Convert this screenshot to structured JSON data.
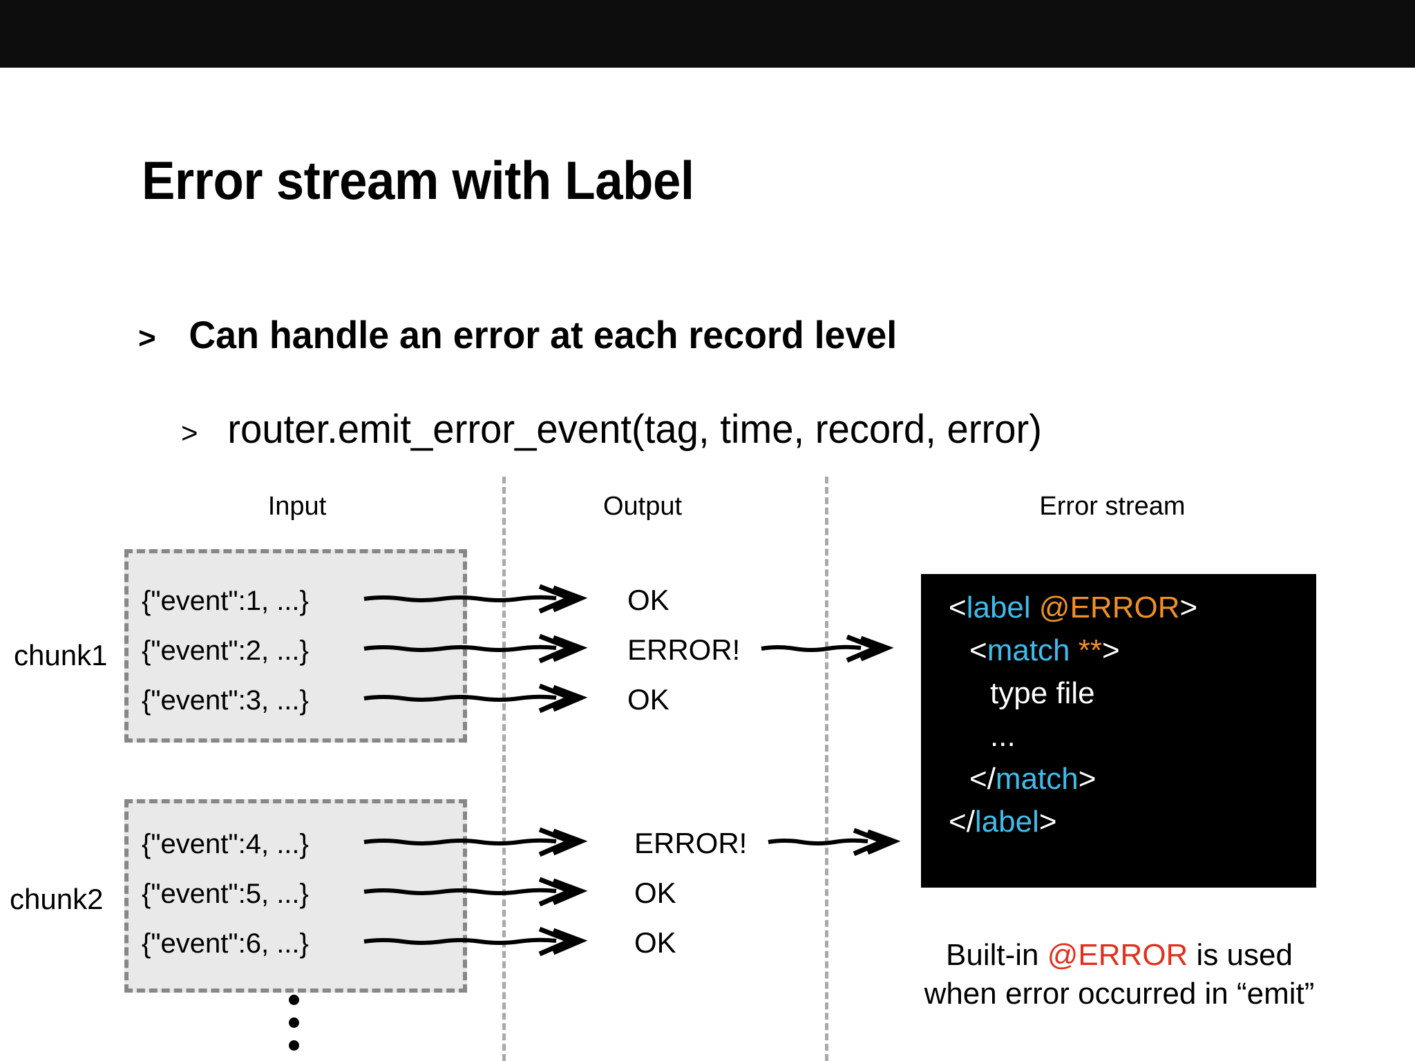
{
  "slide": {
    "title": "Error stream with Label",
    "bullets": [
      {
        "marker": ">",
        "text": "Can handle an error at each record level"
      },
      {
        "marker": ">",
        "text": "router.emit_error_event(tag, time, record, error)"
      }
    ]
  },
  "diagram": {
    "headers": {
      "input": "Input",
      "output": "Output",
      "error_stream": "Error stream"
    },
    "chunks": [
      {
        "label": "chunk1",
        "records": [
          {
            "text": "{\"event\":1, ...}",
            "result": "OK"
          },
          {
            "text": "{\"event\":2, ...}",
            "result": "ERROR!"
          },
          {
            "text": "{\"event\":3, ...}",
            "result": "OK"
          }
        ]
      },
      {
        "label": "chunk2",
        "records": [
          {
            "text": "{\"event\":4, ...}",
            "result": "ERROR!"
          },
          {
            "text": "{\"event\":5, ...}",
            "result": "OK"
          },
          {
            "text": "{\"event\":6, ...}",
            "result": "OK"
          }
        ]
      }
    ],
    "continuation": "vertical-ellipsis"
  },
  "code_panel": {
    "lines": [
      {
        "indent": 0,
        "parts": [
          {
            "t": "<",
            "c": "plain"
          },
          {
            "t": "label",
            "c": "tag"
          },
          {
            "t": " ",
            "c": "plain"
          },
          {
            "t": "@ERROR",
            "c": "attr"
          },
          {
            "t": ">",
            "c": "plain"
          }
        ]
      },
      {
        "indent": 1,
        "parts": [
          {
            "t": "<",
            "c": "plain"
          },
          {
            "t": "match",
            "c": "tag"
          },
          {
            "t": " ",
            "c": "plain"
          },
          {
            "t": "**",
            "c": "attr"
          },
          {
            "t": ">",
            "c": "plain"
          }
        ]
      },
      {
        "indent": 2,
        "parts": [
          {
            "t": "type file",
            "c": "plain"
          }
        ]
      },
      {
        "indent": 2,
        "parts": [
          {
            "t": "...",
            "c": "plain"
          }
        ]
      },
      {
        "indent": 1,
        "parts": [
          {
            "t": "</",
            "c": "plain"
          },
          {
            "t": "match",
            "c": "tag"
          },
          {
            "t": ">",
            "c": "plain"
          }
        ]
      },
      {
        "indent": 0,
        "parts": [
          {
            "t": "</",
            "c": "plain"
          },
          {
            "t": "label",
            "c": "tag"
          },
          {
            "t": ">",
            "c": "plain"
          }
        ]
      }
    ]
  },
  "caption": {
    "line1_pre": "Built-in ",
    "line1_hl": "@ERROR",
    "line1_post": " is used",
    "line2": "when error occurred in “emit”"
  },
  "colors": {
    "top_band": "#0d0d0d",
    "code_bg": "#000000",
    "tag_blue": "#40bcea",
    "attr_orange": "#ef9026",
    "caption_red": "#e0301e",
    "chunk_fill": "#e9e9e9",
    "chunk_border": "#878787",
    "separator": "#a9a9a9"
  }
}
